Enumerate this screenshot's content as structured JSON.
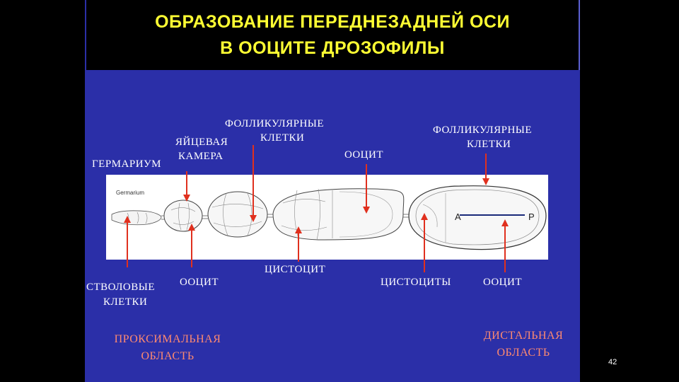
{
  "title": {
    "line1": "ОБРАЗОВАНИЕ ПЕРЕДНЕЗАДНЕЙ ОСИ",
    "line2": "В ООЦИТЕ ДРОЗОФИЛЫ"
  },
  "labels": {
    "germarium": "ГЕРМАРИУМ",
    "egg_chamber_1": "ЯЙЦЕВАЯ",
    "egg_chamber_2": "КАМЕРА",
    "follicle_cells_top_1": "ФОЛЛИКУЛЯРНЫЕ",
    "follicle_cells_top_2": "КЛЕТКИ",
    "oocyte_top": "ООЦИТ",
    "follicle_cells_right_1": "ФОЛЛИКУЛЯРНЫЕ",
    "follicle_cells_right_2": "КЛЕТКИ",
    "stem_cells_1": "СТВОЛОВЫЕ",
    "stem_cells_2": "КЛЕТКИ",
    "oocyte_left": "ООЦИТ",
    "cystocyte": "ЦИСТОЦИТ",
    "cystocytes": "ЦИСТОЦИТЫ",
    "oocyte_right": "ООЦИТ"
  },
  "regions": {
    "proximal_1": "ПРОКСИМАЛЬНАЯ",
    "proximal_2": "ОБЛАСТЬ",
    "distal_1": "ДИСТАЛЬНАЯ",
    "distal_2": "ОБЛАСТЬ"
  },
  "diagram": {
    "germarium_tag": "Germarium",
    "axis_anterior": "A",
    "axis_posterior": "P"
  },
  "page_number": "42",
  "colors": {
    "background": "#2b2fa8",
    "title": "#ffff33",
    "arrow": "#e0301e",
    "region_text": "#ff8a70"
  }
}
